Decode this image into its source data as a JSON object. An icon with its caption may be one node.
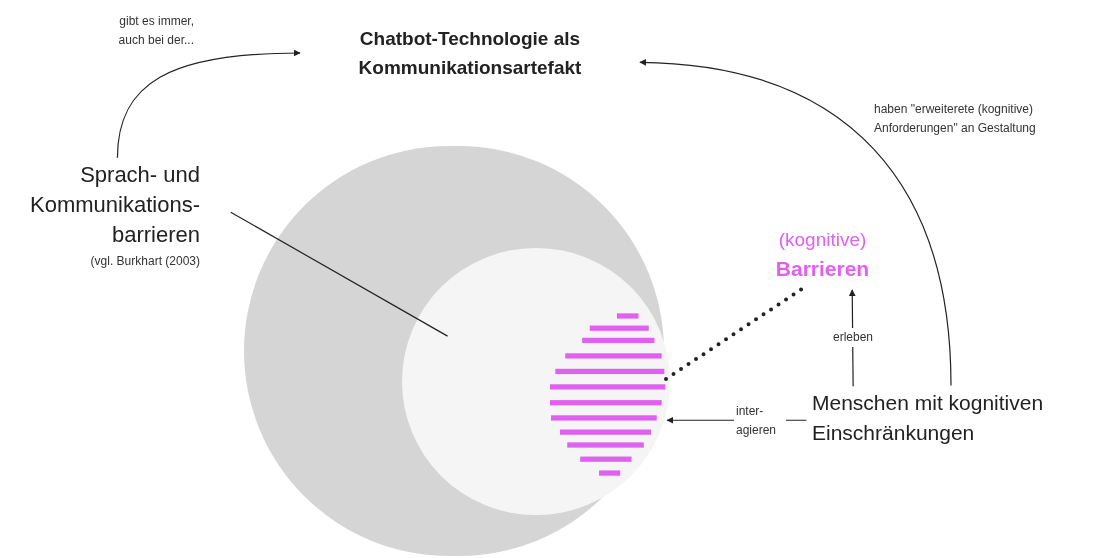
{
  "diagram": {
    "nodes": [
      {
        "text": [
          "Chatbot-Technologie als Kommunikationsartefakt"
        ]
      },
      {
        "text": [
          "Sprach- und Kommunikations- barrieren"
        ],
        "beside": [
          "(vgl. Burkhart (2003)"
        ]
      },
      {
        "text": [],
        "shape": "circle"
      },
      {
        "text": [],
        "shape": "circle",
        "in": 2
      },
      {
        "text": [],
        "shape": "picture",
        "in": 3
      },
      {
        "text": [
          "(kognitive)",
          "Barrieren"
        ]
      },
      {
        "text": [
          "Menschen mit kognitiven Einschränkungen"
        ]
      }
    ],
    "edges": [
      {
        "from": 1,
        "to": 0,
        "arrow": "to",
        "label": "gibt es immer, auch bei der..."
      },
      {
        "from": 6,
        "to": 0,
        "arrow": "to",
        "label": "haben \"erweiterete (kognitive) Anforderungen\" an Gestaltung"
      },
      {
        "from": 1,
        "to": 3,
        "arrow": "none"
      },
      {
        "from": 4,
        "to": 5,
        "arrow": "none",
        "style": "dashed"
      },
      {
        "from": 6,
        "to": 5,
        "arrow": "to",
        "label": "erleben"
      },
      {
        "from": 6,
        "to": 4,
        "arrow": "to",
        "label": "inter- agieren"
      }
    ]
  }
}
